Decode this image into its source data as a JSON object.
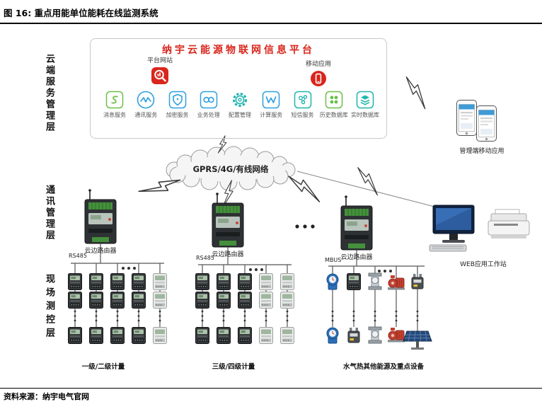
{
  "header": {
    "title": "图 16: 重点用能单位能耗在线监测系统"
  },
  "footer": {
    "source": "资料来源：纳宇电气官网"
  },
  "layers": [
    {
      "label": "云端服务管理层"
    },
    {
      "label": "通讯管理层"
    },
    {
      "label": "现场测控层"
    }
  ],
  "platform": {
    "title": "纳宇云能源物联网信息平台",
    "website_label": "平台网站",
    "mobile_label": "移动应用",
    "services": [
      "消息服务",
      "通讯服务",
      "加密服务",
      "业务处理",
      "配置管理",
      "计算服务",
      "短信服务",
      "历史数据库",
      "实时数据库"
    ]
  },
  "network": {
    "cloud_label": "GPRS/4G/有线网络"
  },
  "gateways": [
    {
      "label": "云边路由器",
      "bus": "RS485"
    },
    {
      "label": "云边路由器",
      "bus": "RS485"
    },
    {
      "label": "云边路由器",
      "bus": "MBUS"
    }
  ],
  "field_groups": [
    {
      "label": "一级/二级计量"
    },
    {
      "label": "三级/四级计量"
    },
    {
      "label": "水气热其他能源及重点设备"
    }
  ],
  "right": {
    "mobile_label": "管理端移动应用",
    "workstation_label": "WEB应用工作站"
  },
  "colors": {
    "accent_red": "#d9261c",
    "green": "#6abf4b",
    "blue": "#2e9fe0",
    "teal": "#1fb5ad"
  }
}
